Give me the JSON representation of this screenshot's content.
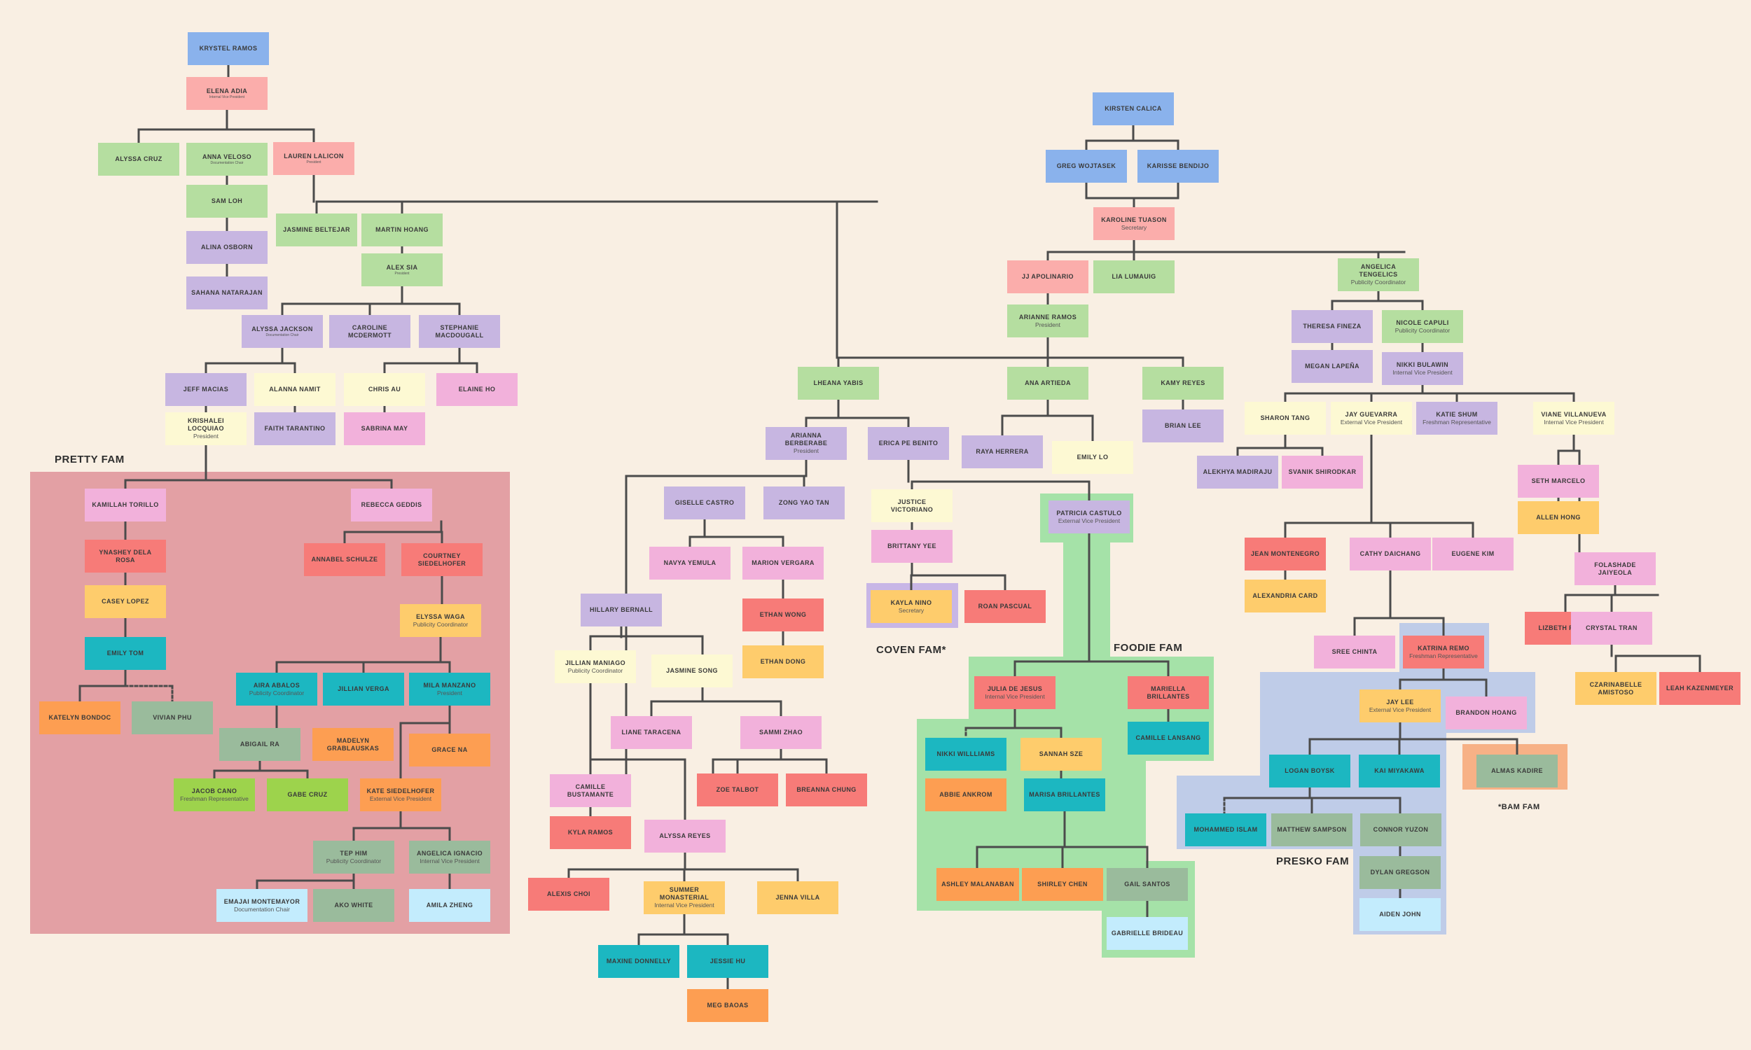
{
  "colors": {
    "background": "#f9efe3",
    "line": "#4b4b4b",
    "blue": "#8ab2ec",
    "pink": "#fbadab",
    "green": "#b5dea0",
    "lavender": "#c7b6e1",
    "yellow": "#fdf9d3",
    "light_pink": "#f2b1db",
    "red": "#f77b78",
    "orange_yellow": "#fecc6c",
    "teal": "#1cb7c1",
    "sage": "#9abb9c",
    "orange": "#fd9e52",
    "lime": "#9dd34c",
    "light_blue": "#c3ecfd"
  },
  "families": [
    {
      "label": "PRETTY FAM",
      "color": "#e3a0a4"
    },
    {
      "label": "COVEN FAM*",
      "color": "#c8b6e6"
    },
    {
      "label": "FOODIE FAM",
      "color": "#a5e2a8"
    },
    {
      "label": "PRESKO FAM",
      "color": "#bfcce8"
    },
    {
      "label": "*BAM FAM",
      "color": "#f7b186"
    }
  ],
  "nodes": [
    {
      "id": "n1",
      "name": "KRYSTEL RAMOS",
      "color": "blue"
    },
    {
      "id": "n2",
      "name": "ELENA ADIA",
      "role": "Internal Vice President",
      "color": "pink",
      "tiny": true
    },
    {
      "id": "n3",
      "name": "ALYSSA CRUZ",
      "color": "green"
    },
    {
      "id": "n4",
      "name": "ANNA VELOSO",
      "role": "Documentation Chair",
      "color": "green",
      "tiny": true
    },
    {
      "id": "n5",
      "name": "LAUREN LALICON",
      "role": "President",
      "color": "pink",
      "tiny": true
    },
    {
      "id": "n6",
      "name": "SAM LOH",
      "color": "green"
    },
    {
      "id": "n7",
      "name": "ALINA OSBORN",
      "color": "lavender"
    },
    {
      "id": "n8",
      "name": "SAHANA NATARAJAN",
      "color": "lavender"
    },
    {
      "id": "n9",
      "name": "JASMINE BELTEJAR",
      "color": "green"
    },
    {
      "id": "n10",
      "name": "MARTIN HOANG",
      "color": "green"
    },
    {
      "id": "n11",
      "name": "ALEX SIA",
      "role": "President",
      "color": "green",
      "tiny": true
    },
    {
      "id": "n12",
      "name": "ALYSSA JACKSON",
      "role": "Documentation Chair",
      "color": "lavender",
      "tiny": true
    },
    {
      "id": "n13",
      "name": "CAROLINE MCDERMOTT",
      "color": "lavender"
    },
    {
      "id": "n14",
      "name": "STEPHANIE MACDOUGALL",
      "color": "lavender"
    },
    {
      "id": "n15",
      "name": "JEFF MACIAS",
      "color": "lavender"
    },
    {
      "id": "n16",
      "name": "ALANNA NAMIT",
      "color": "yellow"
    },
    {
      "id": "n17",
      "name": "CHRIS AU",
      "color": "yellow"
    },
    {
      "id": "n18",
      "name": "ELAINE HO",
      "color": "light_pink"
    },
    {
      "id": "n19",
      "name": "KRISHALEI LOCQUIAO",
      "role": "President",
      "color": "yellow"
    },
    {
      "id": "n20",
      "name": "FAITH TARANTINO",
      "color": "lavender"
    },
    {
      "id": "n21",
      "name": "SABRINA MAY",
      "color": "light_pink"
    },
    {
      "id": "n22",
      "name": "KAMILLAH TORILLO",
      "color": "light_pink"
    },
    {
      "id": "n23",
      "name": "REBECCA GEDDIS",
      "color": "light_pink"
    },
    {
      "id": "n24",
      "name": "YNASHEY DELA ROSA",
      "color": "red"
    },
    {
      "id": "n25",
      "name": "ANNABEL SCHULZE",
      "color": "red"
    },
    {
      "id": "n26",
      "name": "COURTNEY SIEDELHOFER",
      "color": "red"
    },
    {
      "id": "n27",
      "name": "CASEY LOPEZ",
      "color": "orange_yellow"
    },
    {
      "id": "n28",
      "name": "ELYSSA WAGA",
      "role": "Publicity Coordinator",
      "color": "orange_yellow"
    },
    {
      "id": "n29",
      "name": "EMILY TOM",
      "color": "teal"
    },
    {
      "id": "n30",
      "name": "AIRA ABALOS",
      "role": "Publicity Coordinator",
      "color": "teal"
    },
    {
      "id": "n31",
      "name": "JILLIAN VERGA",
      "color": "teal"
    },
    {
      "id": "n32",
      "name": "MILA MANZANO",
      "role": "President",
      "color": "teal"
    },
    {
      "id": "n33",
      "name": "KATELYN BONDOC",
      "color": "orange"
    },
    {
      "id": "n34",
      "name": "VIVIAN PHU",
      "color": "sage"
    },
    {
      "id": "n35",
      "name": "ABIGAIL RA",
      "color": "sage"
    },
    {
      "id": "n36",
      "name": "MADELYN GRABLAUSKAS",
      "color": "orange"
    },
    {
      "id": "n37",
      "name": "GRACE NA",
      "color": "orange"
    },
    {
      "id": "n38",
      "name": "JACOB CANO",
      "role": "Freshman Representative",
      "color": "lime"
    },
    {
      "id": "n39",
      "name": "GABE CRUZ",
      "color": "lime"
    },
    {
      "id": "n40",
      "name": "KATE SIEDELHOFER",
      "role": "External Vice President",
      "color": "orange"
    },
    {
      "id": "n41",
      "name": "TEP HIM",
      "role": "Publicity Coordinator",
      "color": "sage"
    },
    {
      "id": "n42",
      "name": "ANGELICA IGNACIO",
      "role": "Internal Vice President",
      "color": "sage"
    },
    {
      "id": "n43",
      "name": "EMAJAI MONTEMAYOR",
      "role": "Documentation Chair",
      "color": "light_blue"
    },
    {
      "id": "n44",
      "name": "AKO WHITE",
      "color": "sage"
    },
    {
      "id": "n45",
      "name": "AMILA ZHENG",
      "color": "light_blue"
    },
    {
      "id": "n46",
      "name": "KIRSTEN CALICA",
      "color": "blue"
    },
    {
      "id": "n47",
      "name": "GREG WOJTASEK",
      "color": "blue"
    },
    {
      "id": "n48",
      "name": "KARISSE BENDIJO",
      "color": "blue"
    },
    {
      "id": "n49",
      "name": "KAROLINE TUASON",
      "role": "Secretary",
      "color": "pink"
    },
    {
      "id": "n50",
      "name": "JJ APOLINARIO",
      "color": "pink"
    },
    {
      "id": "n51",
      "name": "LIA LUMAUIG",
      "color": "green"
    },
    {
      "id": "n52",
      "name": "ANGELICA TENGELICS",
      "role": "Publicity Coordinator",
      "color": "green"
    },
    {
      "id": "n53",
      "name": "ARIANNE RAMOS",
      "role": "President",
      "color": "green"
    },
    {
      "id": "n54",
      "name": "THERESA FINEZA",
      "color": "lavender"
    },
    {
      "id": "n55",
      "name": "NICOLE CAPULI",
      "role": "Publicity Coordinator",
      "color": "green"
    },
    {
      "id": "n56",
      "name": "MEGAN LAPEÑA",
      "color": "lavender"
    },
    {
      "id": "n57",
      "name": "NIKKI BULAWIN",
      "role": "Internal Vice President",
      "color": "lavender"
    },
    {
      "id": "n58",
      "name": "LHEANA YABIS",
      "color": "green"
    },
    {
      "id": "n59",
      "name": "ANA ARTIEDA",
      "color": "green"
    },
    {
      "id": "n60",
      "name": "KAMY REYES",
      "color": "green"
    },
    {
      "id": "n61",
      "name": "ARIANNA BERBERABE",
      "role": "President",
      "color": "lavender"
    },
    {
      "id": "n62",
      "name": "ERICA PE BENITO",
      "color": "lavender"
    },
    {
      "id": "n63",
      "name": "RAYA HERRERA",
      "color": "lavender"
    },
    {
      "id": "n64",
      "name": "EMILY LO",
      "color": "yellow"
    },
    {
      "id": "n65",
      "name": "BRIAN LEE",
      "color": "lavender"
    },
    {
      "id": "n66",
      "name": "SHARON TANG",
      "color": "yellow"
    },
    {
      "id": "n67",
      "name": "JAY GUEVARRA",
      "role": "External Vice President",
      "color": "yellow"
    },
    {
      "id": "n68",
      "name": "KATIE SHUM",
      "role": "Freshman Representative",
      "color": "lavender"
    },
    {
      "id": "n69",
      "name": "VIANE VILLANUEVA",
      "role": "Internal Vice President",
      "color": "yellow"
    },
    {
      "id": "n70",
      "name": "ALEKHYA MADIRAJU",
      "color": "lavender"
    },
    {
      "id": "n71",
      "name": "SVANIK SHIRODKAR",
      "color": "light_pink"
    },
    {
      "id": "n72",
      "name": "SETH MARCELO",
      "color": "light_pink"
    },
    {
      "id": "n73",
      "name": "ALLEN HONG",
      "color": "orange_yellow"
    },
    {
      "id": "n74",
      "name": "GISELLE CASTRO",
      "color": "lavender"
    },
    {
      "id": "n75",
      "name": "ZONG YAO TAN",
      "color": "lavender"
    },
    {
      "id": "n76",
      "name": "JUSTICE VICTORIANO",
      "color": "yellow"
    },
    {
      "id": "n77",
      "name": "PATRICIA CASTULO",
      "role": "External Vice President",
      "color": "lavender"
    },
    {
      "id": "n78",
      "name": "BRITTANY YEE",
      "color": "light_pink"
    },
    {
      "id": "n79",
      "name": "NAVYA YEMULA",
      "color": "light_pink"
    },
    {
      "id": "n80",
      "name": "MARION VERGARA",
      "color": "light_pink"
    },
    {
      "id": "n81",
      "name": "KAYLA NINO",
      "role": "Secretary",
      "color": "orange_yellow"
    },
    {
      "id": "n82",
      "name": "ROAN PASCUAL",
      "color": "red"
    },
    {
      "id": "n83",
      "name": "HILLARY BERNALL",
      "color": "lavender"
    },
    {
      "id": "n84",
      "name": "ETHAN WONG",
      "color": "red"
    },
    {
      "id": "n85",
      "name": "ETHAN DONG",
      "color": "orange_yellow"
    },
    {
      "id": "n86",
      "name": "JILLIAN MANIAGO",
      "role": "Publicity Coordinator",
      "color": "yellow"
    },
    {
      "id": "n87",
      "name": "JASMINE SONG",
      "color": "yellow"
    },
    {
      "id": "n88",
      "name": "LIANE TARACENA",
      "color": "light_pink"
    },
    {
      "id": "n89",
      "name": "SAMMI ZHAO",
      "color": "light_pink"
    },
    {
      "id": "n90",
      "name": "CAMILLE BUSTAMANTE",
      "color": "light_pink"
    },
    {
      "id": "n91",
      "name": "ZOE TALBOT",
      "color": "red"
    },
    {
      "id": "n92",
      "name": "BREANNA CHUNG",
      "color": "red"
    },
    {
      "id": "n93",
      "name": "KYLA RAMOS",
      "color": "red"
    },
    {
      "id": "n94",
      "name": "ALYSSA REYES",
      "color": "light_pink"
    },
    {
      "id": "n95",
      "name": "ALEXIS CHOI",
      "color": "red"
    },
    {
      "id": "n96",
      "name": "SUMMER MONASTERIAL",
      "role": "Internal Vice President",
      "color": "orange_yellow"
    },
    {
      "id": "n97",
      "name": "JENNA VILLA",
      "color": "orange_yellow"
    },
    {
      "id": "n98",
      "name": "MAXINE DONNELLY",
      "color": "teal"
    },
    {
      "id": "n99",
      "name": "JESSIE HU",
      "color": "teal"
    },
    {
      "id": "n100",
      "name": "MEG BAOAS",
      "color": "orange"
    },
    {
      "id": "n101",
      "name": "JULIA DE JESUS",
      "role": "Internal Vice President",
      "color": "red"
    },
    {
      "id": "n102",
      "name": "MARIELLA BRILLANTES",
      "color": "red"
    },
    {
      "id": "n103",
      "name": "NIKKI WILLLIAMS",
      "color": "teal"
    },
    {
      "id": "n104",
      "name": "SANNAH SZE",
      "color": "orange_yellow"
    },
    {
      "id": "n105",
      "name": "CAMILLE LANSANG",
      "color": "teal"
    },
    {
      "id": "n106",
      "name": "ABBIE ANKROM",
      "color": "orange"
    },
    {
      "id": "n107",
      "name": "MARISA BRILLANTES",
      "color": "teal"
    },
    {
      "id": "n108",
      "name": "ASHLEY MALANABAN",
      "color": "orange"
    },
    {
      "id": "n109",
      "name": "SHIRLEY CHEN",
      "color": "orange"
    },
    {
      "id": "n110",
      "name": "GAIL SANTOS",
      "color": "sage"
    },
    {
      "id": "n111",
      "name": "GABRIELLE BRIDEAU",
      "color": "light_blue"
    },
    {
      "id": "n112",
      "name": "JEAN MONTENEGRO",
      "color": "red"
    },
    {
      "id": "n113",
      "name": "CATHY DAICHANG",
      "color": "light_pink"
    },
    {
      "id": "n114",
      "name": "EUGENE KIM",
      "color": "light_pink"
    },
    {
      "id": "n115",
      "name": "ALEXANDRIA CARD",
      "color": "orange_yellow"
    },
    {
      "id": "n116",
      "name": "FOLASHADE JAIYEOLA",
      "color": "light_pink"
    },
    {
      "id": "n117",
      "name": "SREE CHINTA",
      "color": "light_pink"
    },
    {
      "id": "n118",
      "name": "KATRINA REMO",
      "role": "Freshman Representative",
      "color": "red"
    },
    {
      "id": "n119",
      "name": "LIZBETH PARRA",
      "color": "red"
    },
    {
      "id": "n120",
      "name": "CRYSTAL TRAN",
      "color": "light_pink"
    },
    {
      "id": "n121",
      "name": "JAY LEE",
      "role": "External Vice President",
      "color": "orange_yellow"
    },
    {
      "id": "n122",
      "name": "BRANDON HOANG",
      "color": "light_pink"
    },
    {
      "id": "n123",
      "name": "CZARINABELLE AMISTOSO",
      "color": "orange_yellow"
    },
    {
      "id": "n124",
      "name": "LEAH KAZENMEYER",
      "color": "red"
    },
    {
      "id": "n125",
      "name": "LOGAN BOYSK",
      "color": "teal"
    },
    {
      "id": "n126",
      "name": "KAI MIYAKAWA",
      "color": "teal"
    },
    {
      "id": "n127",
      "name": "ALMAS KADIRE",
      "color": "sage"
    },
    {
      "id": "n128",
      "name": "MOHAMMED ISLAM",
      "color": "teal"
    },
    {
      "id": "n129",
      "name": "MATTHEW SAMPSON",
      "color": "sage"
    },
    {
      "id": "n130",
      "name": "CONNOR YUZON",
      "color": "sage"
    },
    {
      "id": "n131",
      "name": "DYLAN GREGSON",
      "color": "sage"
    },
    {
      "id": "n132",
      "name": "AIDEN JOHN",
      "color": "light_blue"
    }
  ]
}
